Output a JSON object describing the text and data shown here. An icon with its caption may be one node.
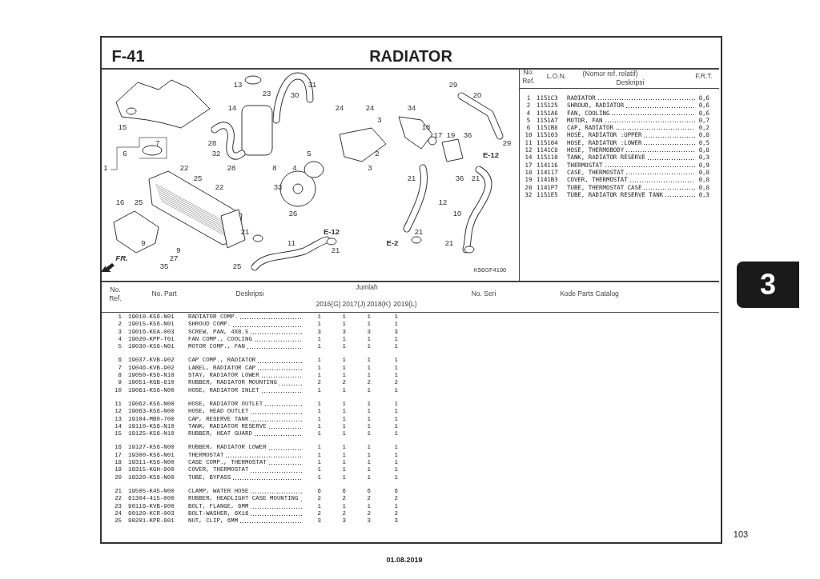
{
  "diagram": {
    "title": "RADIATOR",
    "labels": [
      "F-41",
      "13",
      "31",
      "29",
      "23",
      "30",
      "20",
      "14",
      "24",
      "24",
      "34",
      "3",
      "15",
      "18",
      "17",
      "19",
      "36",
      "7",
      "28",
      "29",
      "6",
      "32",
      "5",
      "2",
      "E-12",
      "1",
      "22",
      "28",
      "8",
      "4",
      "3",
      "25",
      "21",
      "36",
      "21",
      "22",
      "33",
      "16",
      "25",
      "26",
      "12",
      "10",
      "21",
      "E-12",
      "21",
      "9",
      "11",
      "E-2",
      "21",
      "9",
      "21",
      "FR.",
      "27",
      "35",
      "25",
      "K56GF4100",
      "No. Ref.",
      "L.O.N.",
      "(Nomor ref. relatif)",
      "Deskripsi",
      "F.R.T.",
      "1",
      "1151C3",
      "RADIATOR",
      "0,6",
      "2",
      "115125",
      "SHROUD, RADIATOR",
      "0,6",
      "4",
      "1151A6",
      "FAN, COOLING",
      "0,6",
      "5",
      "1151A7",
      "MOTOR, FAN",
      "0,7",
      "6",
      "1151B8",
      "CAP, RADIATOR",
      "0,2",
      "10",
      "115103",
      "HOSE, RADIATOR :UPPER",
      "0,8",
      "11",
      "115104",
      "HOSE, RADIATOR :LOWER",
      "0,5",
      "12",
      "1141C8",
      "HOSE, THERMOBODY",
      "0,8",
      "14",
      "115110",
      "TANK, RADIATOR RESERVE",
      "0,3",
      "17",
      "114116",
      "THERMOSTAT",
      "0,9",
      "18",
      "114117",
      "CASE, THERMOSTAT",
      "0,8",
      "19",
      "1141B3",
      "COVER, THERMOSTAT",
      "0,8",
      "20",
      "1141P7",
      "TUBE, THERMOSTAT CASE",
      "0,8",
      "32",
      "1151E5",
      "TUBE, RADIATOR RESERVE TANK",
      "0,3",
      "No. Ref.",
      "No. Part",
      "Deskripsi",
      "Jumlah",
      "2016(G)",
      "2017(J)",
      "2018(K)",
      "2019(L)",
      "No. Seri",
      "Kode Parts Catalog",
      "1",
      "19010-K56-N01",
      "RADIATOR COMP.",
      "1",
      "1",
      "1",
      "1",
      "2",
      "19015-K56-N01",
      "SHROUD COMP.",
      "1",
      "1",
      "1",
      "1",
      "3",
      "19016-KEA-003",
      "SCREW, PAN, 4X8.5",
      "3",
      "3",
      "3",
      "3",
      "4",
      "19020-KPP-T01",
      "FAN COMP., COOLING",
      "1",
      "1",
      "1",
      "1",
      "5",
      "19030-K56-N01",
      "MOTOR COMP., FAN",
      "1",
      "1",
      "1",
      "1",
      "6",
      "19037-KVB-902",
      "CAP COMP., RADIATOR",
      "1",
      "1",
      "1",
      "1",
      "7",
      "19046-KVB-902",
      "LABEL, RADIATOR CAP",
      "1",
      "1",
      "1",
      "1",
      "8",
      "19050-K56-N10",
      "STAY, RADIATOR LOWER",
      "1",
      "1",
      "1",
      "1",
      "9",
      "19051-KGB-610",
      "RUBBER, RADIATOR MOUNTING",
      "2",
      "2",
      "2",
      "2",
      "10",
      "19061-K56-N00",
      "HOSE, RADIATOR INLET",
      "1",
      "1",
      "1",
      "1",
      "11",
      "19062-K56-N00",
      "HOSE, RADIATOR OUTLET",
      "1",
      "1",
      "1",
      "1",
      "12",
      "19063-K56-N00",
      "HOSE, HEAD OUTLET",
      "1",
      "1",
      "1",
      "1",
      "13",
      "19104-MB0-700",
      "CAP, RESERVE TANK",
      "1",
      "1",
      "1",
      "1",
      "14",
      "19110-K56-N10",
      "TANK, RADIATOR RESERVE",
      "1",
      "1",
      "1",
      "1",
      "15",
      "19125-K56-N10",
      "RUBBER, HEAT GUARD",
      "1",
      "1",
      "1",
      "1",
      "16",
      "19127-K56-N00",
      "RUBBER, RADIATOR LOWER",
      "1",
      "1",
      "1",
      "1",
      "17",
      "19300-K56-N01",
      "THERMOSTAT",
      "1",
      "1",
      "1",
      "1",
      "18",
      "19311-K56-N00",
      "CASE COMP., THERMOSTAT",
      "1",
      "1",
      "1",
      "1",
      "19",
      "19315-KGH-900",
      "COVER, THERMOSTAT",
      "1",
      "1",
      "1",
      "1",
      "20",
      "19320-K56-N00",
      "TUBE, BYPASS",
      "1",
      "1",
      "1",
      "1",
      "21",
      "19505-K45-N00",
      "CLAMP, WATER HOSE",
      "6",
      "6",
      "6",
      "6",
      "22",
      "61304-415-000",
      "RUBBER, HEADLIGHT CASE MOUNTING",
      "2",
      "2",
      "2",
      "2",
      "23",
      "90116-KVB-900",
      "BOLT, FLANGE, 6MM",
      "1",
      "1",
      "1",
      "1",
      "24",
      "90120-KCR-003",
      "BOLT-WASHER, 6X16",
      "2",
      "2",
      "2",
      "2",
      "25",
      "90201-KPR-901",
      "NUT, CLIP, 6MM",
      "3",
      "3",
      "3",
      "3",
      "3",
      "103",
      "01.08.2019"
    ]
  }
}
